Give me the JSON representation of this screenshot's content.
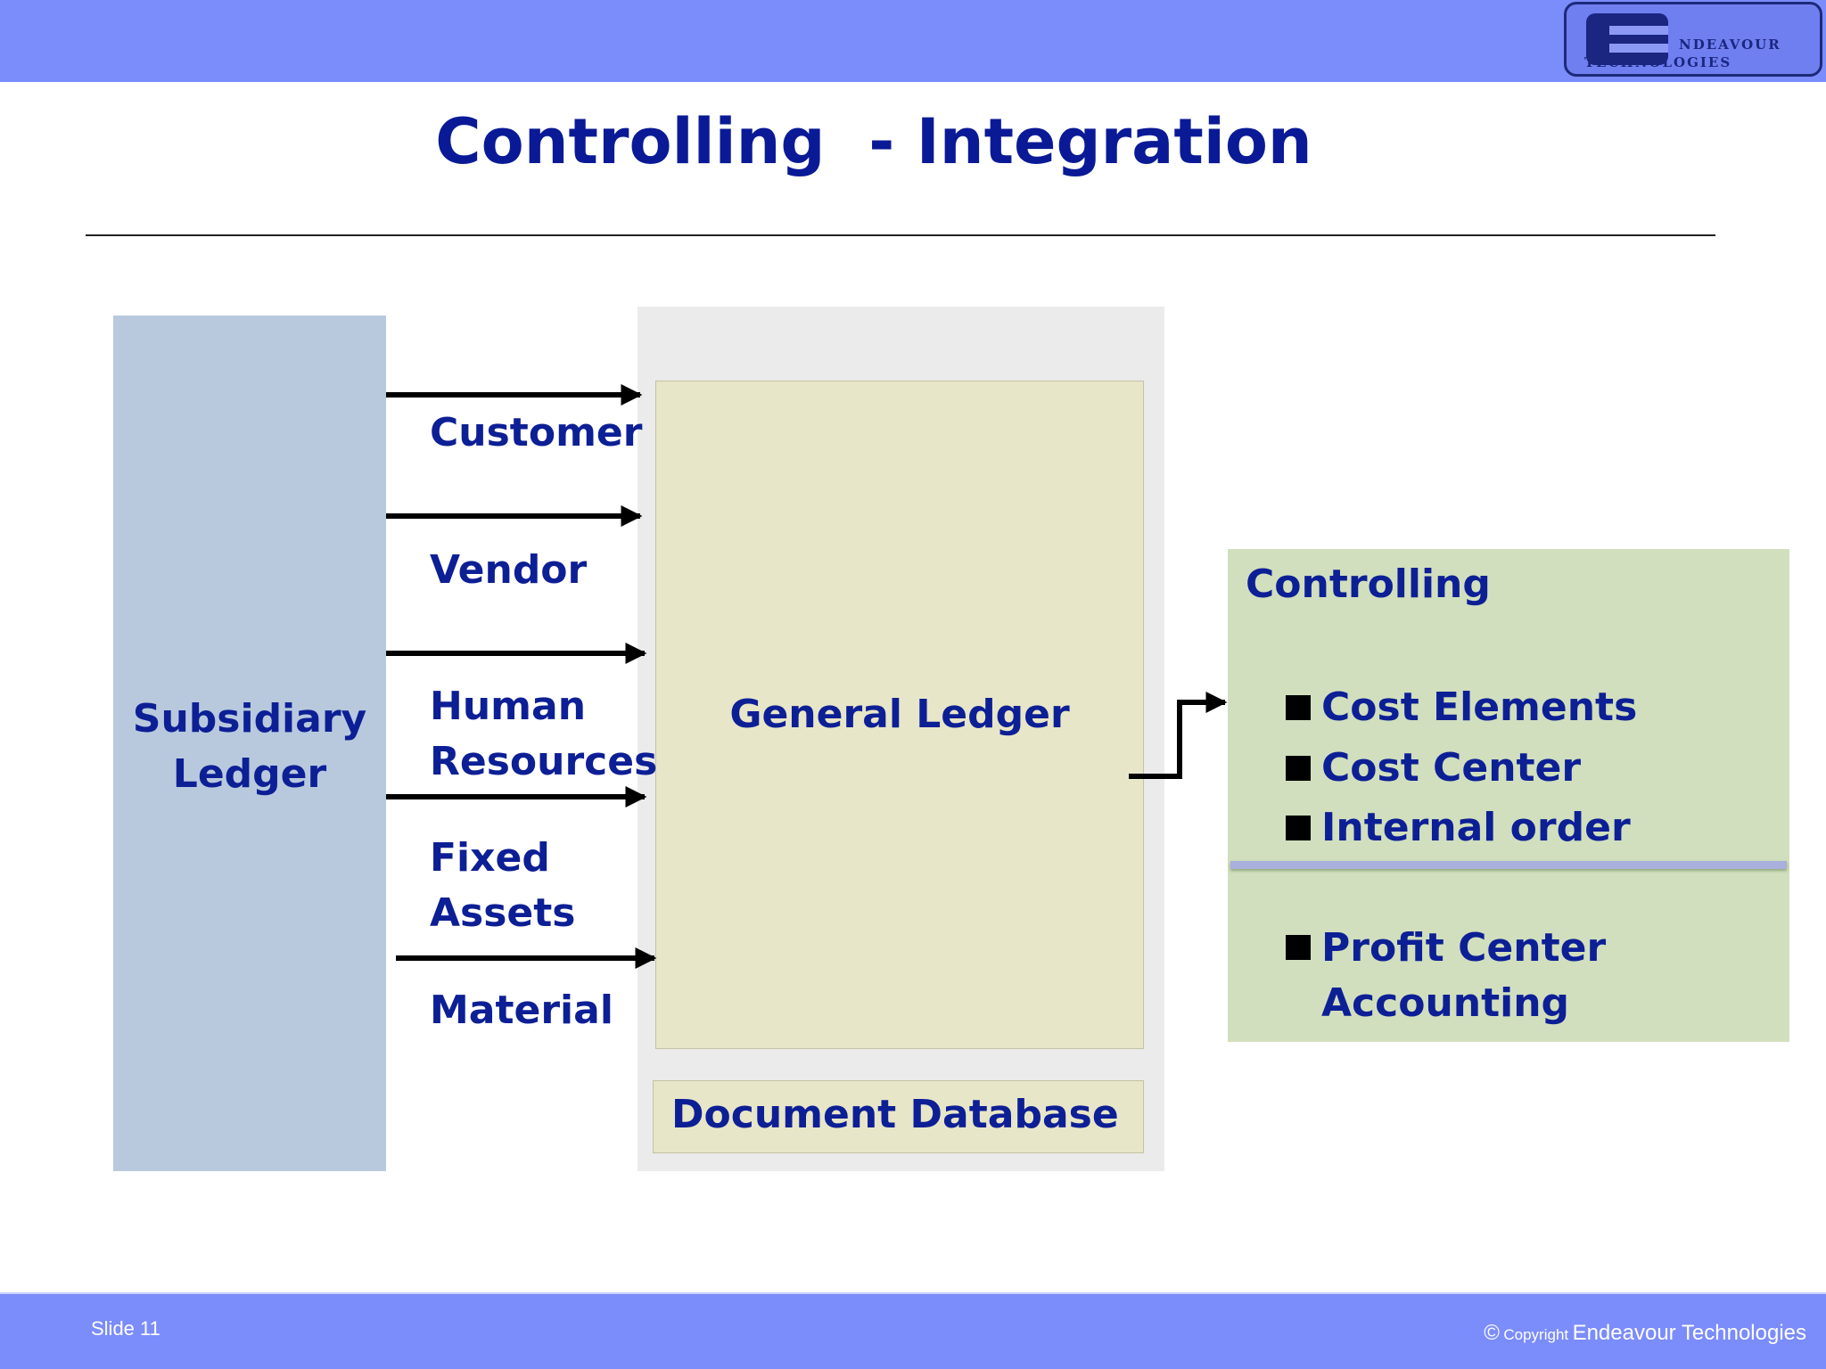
{
  "header": {
    "logo": {
      "line1": "NDEAVOUR",
      "line2": "TECHNOLOGIES",
      "colors": {
        "bar": "#7b8cfb",
        "logo_text": "#1b2680"
      }
    }
  },
  "slide": {
    "title": "Controlling  - Integration",
    "subsidiary_ledger": {
      "line1": "Subsidiary",
      "line2": "Ledger"
    },
    "flows": [
      {
        "label": "Customer"
      },
      {
        "label": "Vendor"
      },
      {
        "label": "Human\nResources"
      },
      {
        "label": "Fixed\nAssets"
      },
      {
        "label": "Material"
      }
    ],
    "general_ledger": "General Ledger",
    "document_database": "Document Database",
    "controlling": {
      "title": "Controlling",
      "items": [
        "Cost Elements",
        "Cost Center",
        "Internal order"
      ],
      "item_extra": "Profit Center\nAccounting"
    },
    "colors": {
      "text": "#0d1f95",
      "subledger": "#b8c9dd",
      "gl": "#e8e6c8",
      "controlling": "#d1dfbe"
    }
  },
  "footer": {
    "slide_number": "Slide 11",
    "copyright_symbol": "©",
    "copyright_word": "Copyright",
    "company": "Endeavour Technologies"
  }
}
